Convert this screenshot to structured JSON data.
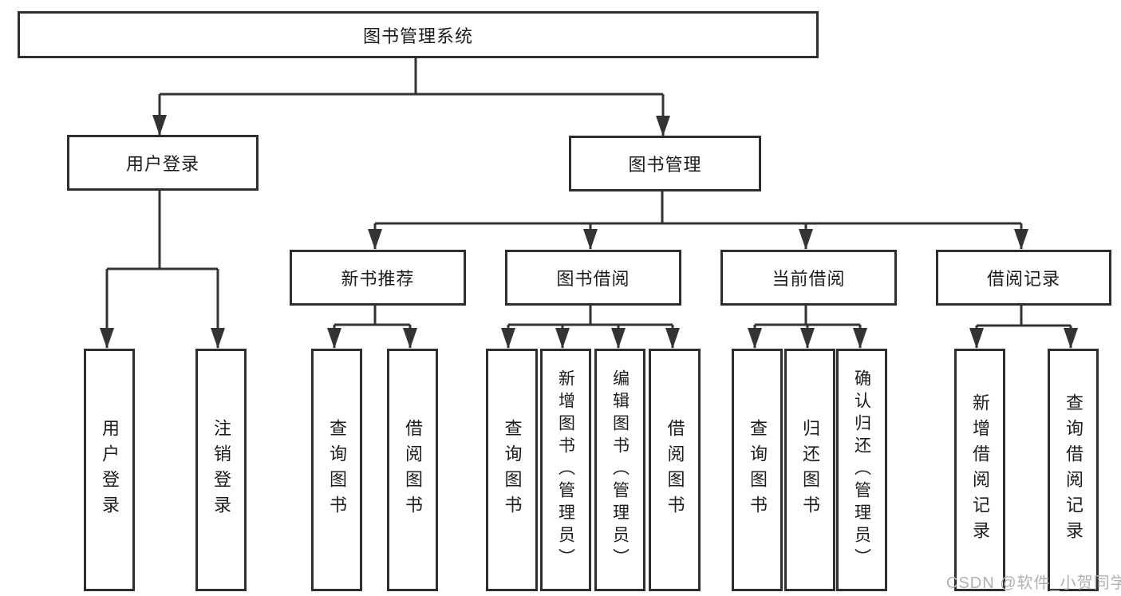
{
  "tree": {
    "root": {
      "label": "图书管理系统"
    },
    "branches": {
      "user_login": {
        "label": "用户登录",
        "leaves": {
          "login": "用户登录",
          "logout": "注销登录"
        }
      },
      "book_mgmt": {
        "label": "图书管理",
        "sections": {
          "new_book_rec": {
            "label": "新书推荐",
            "leaves": {
              "query_books": "查询图书",
              "borrow_books": "借阅图书"
            }
          },
          "book_borrow": {
            "label": "图书借阅",
            "leaves": {
              "query_books": "查询图书",
              "add_books": "新增图书（管理员）",
              "edit_books": "编辑图书（管理员）",
              "borrow_books": "借阅图书"
            }
          },
          "current_borrow": {
            "label": "当前借阅",
            "leaves": {
              "query_books": "查询图书",
              "return_books": "归还图书",
              "confirm_return": "确认归还（管理员）"
            }
          },
          "borrow_records": {
            "label": "借阅记录",
            "leaves": {
              "add_record": "新增借阅记录",
              "query_record": "查询借阅记录"
            }
          }
        }
      }
    }
  },
  "watermark": "CSDN @软件_小贺同学",
  "colors": {
    "line": "#333333",
    "border": "#2e2e2e",
    "text": "#1c1c1c",
    "watermark": "#b2b1b1"
  }
}
